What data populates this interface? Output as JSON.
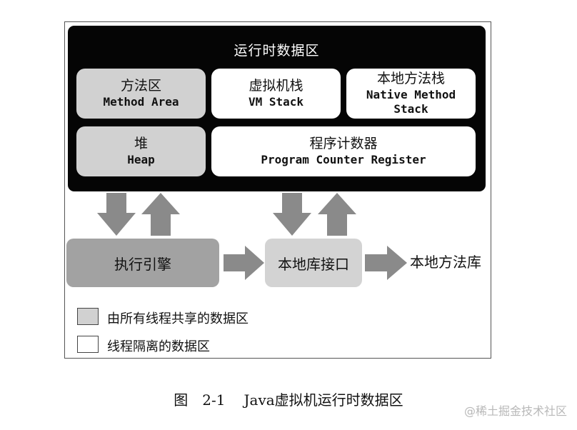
{
  "runtime_area": {
    "title": "运行时数据区"
  },
  "method_area": {
    "zh": "方法区",
    "en": "Method Area"
  },
  "vm_stack": {
    "zh": "虚拟机栈",
    "en": "VM Stack"
  },
  "native_method_stack": {
    "zh": "本地方法栈",
    "en1": "Native Method",
    "en2": "Stack"
  },
  "heap": {
    "zh": "堆",
    "en": "Heap"
  },
  "pc_register": {
    "zh": "程序计数器",
    "en": "Program Counter Register"
  },
  "execution_engine": {
    "label": "执行引擎"
  },
  "native_interface": {
    "label": "本地库接口"
  },
  "native_library": {
    "label": "本地方法库"
  },
  "legend": {
    "shared": "由所有线程共享的数据区",
    "isolated": "线程隔离的数据区"
  },
  "caption": {
    "figure": "图　2-1",
    "title": "Java虚拟机运行时数据区"
  },
  "watermark": "@稀土掘金技术社区",
  "colors": {
    "runtime_bg": "#050505",
    "shared_fill": "#d1d1d1",
    "engine_fill": "#a2a2a2",
    "arrow_fill": "#8a8a8a"
  }
}
